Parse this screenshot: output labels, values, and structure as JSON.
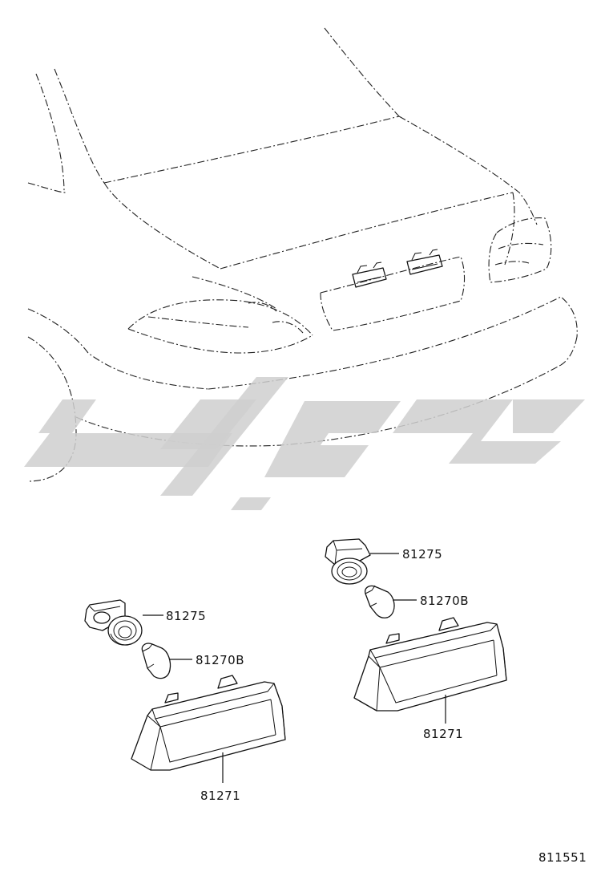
{
  "labels": {
    "socket_left": "81275",
    "bulb_left": "81270B",
    "lens_left": "81271",
    "socket_right": "81275",
    "bulb_right": "81270B",
    "lens_right": "81271"
  },
  "figure_number": "811551"
}
